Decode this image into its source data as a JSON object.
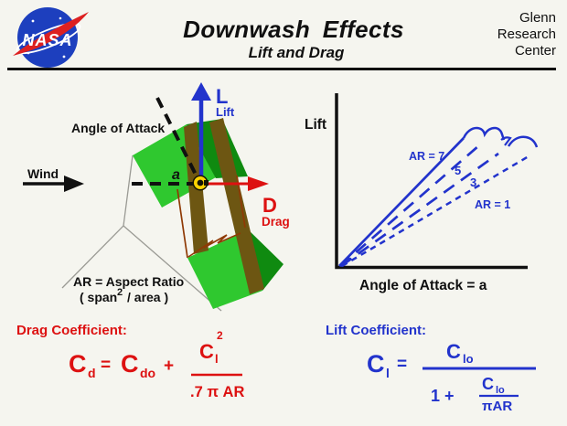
{
  "header": {
    "logo_text": "NASA",
    "title": "Downwash Effects",
    "subtitle": "Lift and Drag",
    "org_lines": [
      "Glenn",
      "Research",
      "Center"
    ]
  },
  "wing": {
    "angle_of_attack": "Angle of Attack",
    "wind": "Wind",
    "alpha": "a",
    "lift_symbol": "L",
    "lift_word": "Lift",
    "drag_symbol": "D",
    "drag_word": "Drag",
    "aspect_ratio_line1": "AR = Aspect Ratio",
    "aspect_ratio_open": "( span",
    "aspect_ratio_sup": "2",
    "aspect_ratio_close": "/  area )"
  },
  "graph": {
    "ylabel": "Lift",
    "xlabel": "Angle of Attack = a",
    "label_ar7": "AR = 7",
    "label_ar5": "5",
    "label_ar3": "3",
    "label_ar1": "AR = 1"
  },
  "drag_eq": {
    "heading": "Drag Coefficient:",
    "c1": "C",
    "c1_sub": "d",
    "eq": "=",
    "c2": "C",
    "c2_sub": "do",
    "plus": "+",
    "num_c": "C",
    "num_sub": "l",
    "num_sup": "2",
    "den": ".7 π AR"
  },
  "lift_eq": {
    "heading": "Lift Coefficient:",
    "c1": "C",
    "c1_sub": "l",
    "eq": "=",
    "num_c": "C",
    "num_sub": "lo",
    "den_prefix": "1 +",
    "den_num_c": "C",
    "den_num_sub": "lo",
    "den_den": "πAR"
  },
  "colors": {
    "blue": "#2233cc",
    "red": "#dd1111",
    "wing_green": "#2fc82f",
    "wing_green_dark": "#0f8a10",
    "vortex_brown": "#6d5612",
    "wake_line": "#8f3a05",
    "pivot_yellow": "#ffd400",
    "logo_blue": "#1d3fbe",
    "logo_red": "#dd2020",
    "ink": "#111111"
  },
  "chart_data": {
    "type": "line",
    "title": "Lift versus angle of attack for wings of different aspect ratio (AR)",
    "xlabel": "Angle of Attack = a",
    "ylabel": "Lift",
    "x_ticks": [],
    "y_ticks": [],
    "grid": false,
    "legend_position": "inline labels on curves",
    "series": [
      {
        "name": "AR = 7",
        "line_style": "solid",
        "color": "#2233cc",
        "x": [
          0,
          1.0,
          1.15
        ],
        "y": [
          0,
          1.0,
          0.97
        ],
        "note": "steepest lift slope, stall hump at top"
      },
      {
        "name": "5",
        "line_style": "long-dash",
        "color": "#2233cc",
        "x": [
          0,
          1.1
        ],
        "y": [
          0,
          0.93
        ]
      },
      {
        "name": "3",
        "line_style": "long-dash",
        "color": "#2233cc",
        "x": [
          0,
          1.25
        ],
        "y": [
          0,
          0.86
        ]
      },
      {
        "name": "AR = 1",
        "line_style": "short-dash",
        "color": "#2233cc",
        "x": [
          0,
          1.48,
          1.58
        ],
        "y": [
          0,
          0.84,
          0.93
        ],
        "note": "shallowest slope, stalls at highest angle of attack"
      }
    ]
  }
}
